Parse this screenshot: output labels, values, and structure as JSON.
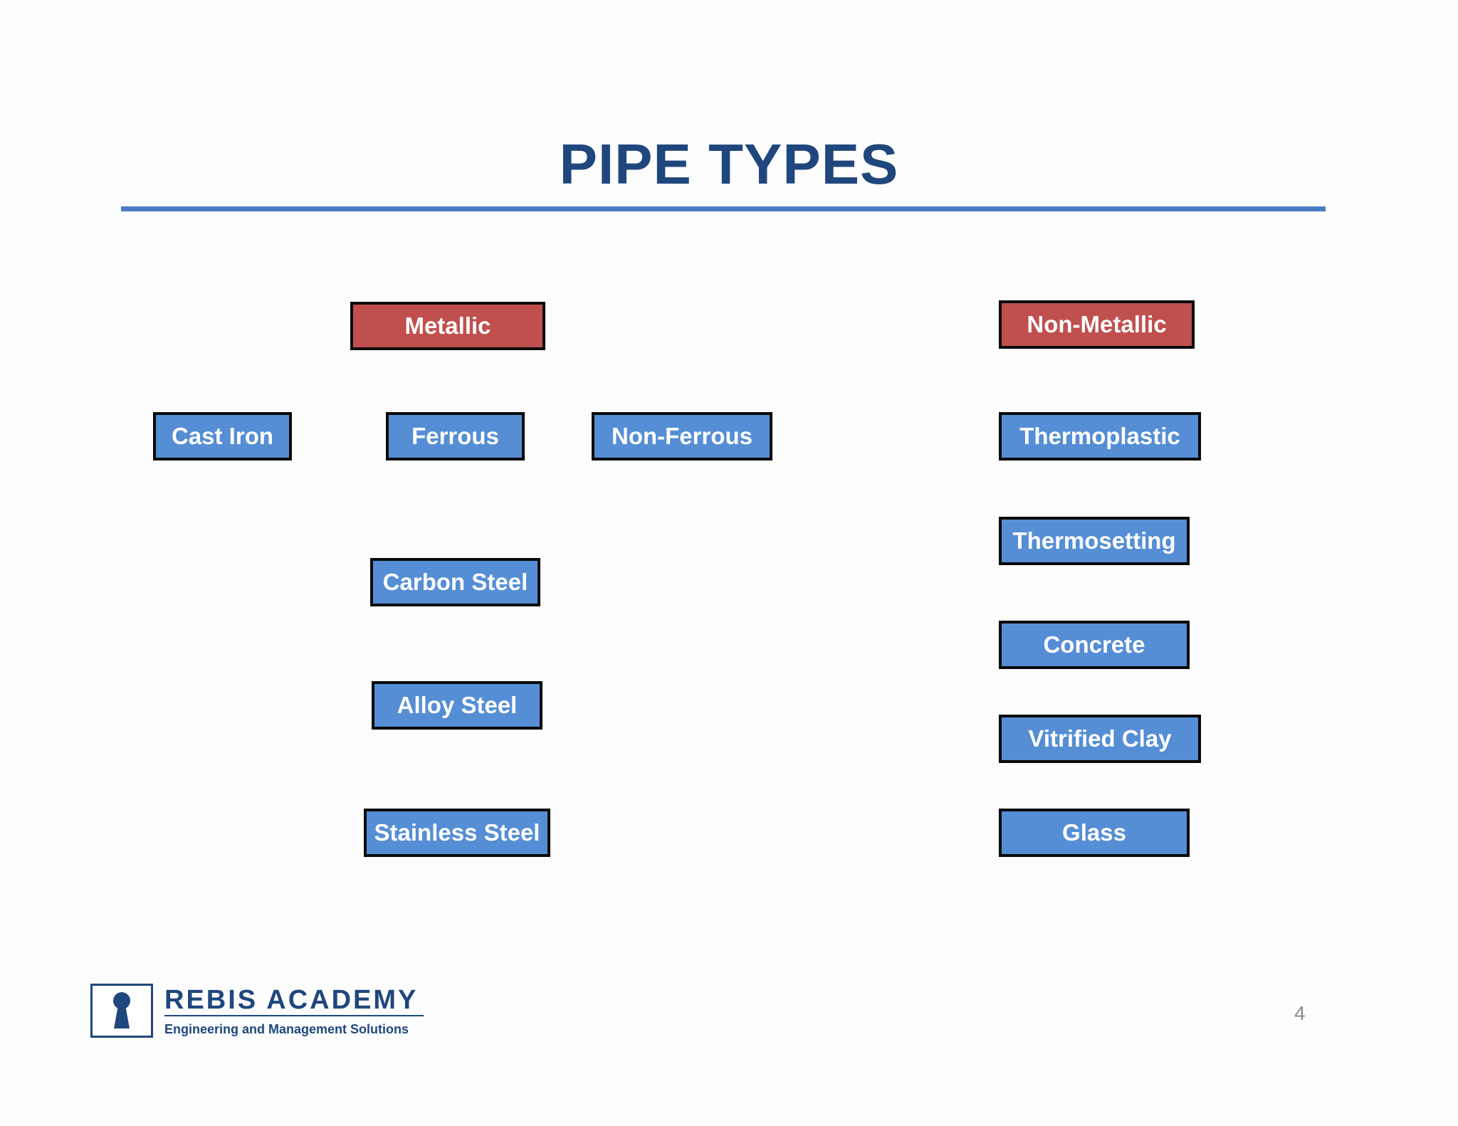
{
  "title": "PIPE TYPES",
  "colors": {
    "title": "#1f477d",
    "rule": "#4a7bc4",
    "category_fill": "#c0504d",
    "item_fill": "#558ed5",
    "box_border": "#0a0a0a"
  },
  "metallic": {
    "label": "Metallic",
    "groups": [
      "Cast Iron",
      "Ferrous",
      "Non-Ferrous"
    ],
    "ferrous_items": [
      "Carbon Steel",
      "Alloy Steel",
      "Stainless Steel"
    ]
  },
  "non_metallic": {
    "label": "Non-Metallic",
    "items": [
      "Thermoplastic",
      "Thermosetting",
      "Concrete",
      "Vitrified Clay",
      "Glass"
    ]
  },
  "footer": {
    "logo_name": "REBIS ACADEMY",
    "logo_tagline": "Engineering and Management Solutions",
    "logo_icon": "keyhole-icon",
    "page_number": "4"
  }
}
